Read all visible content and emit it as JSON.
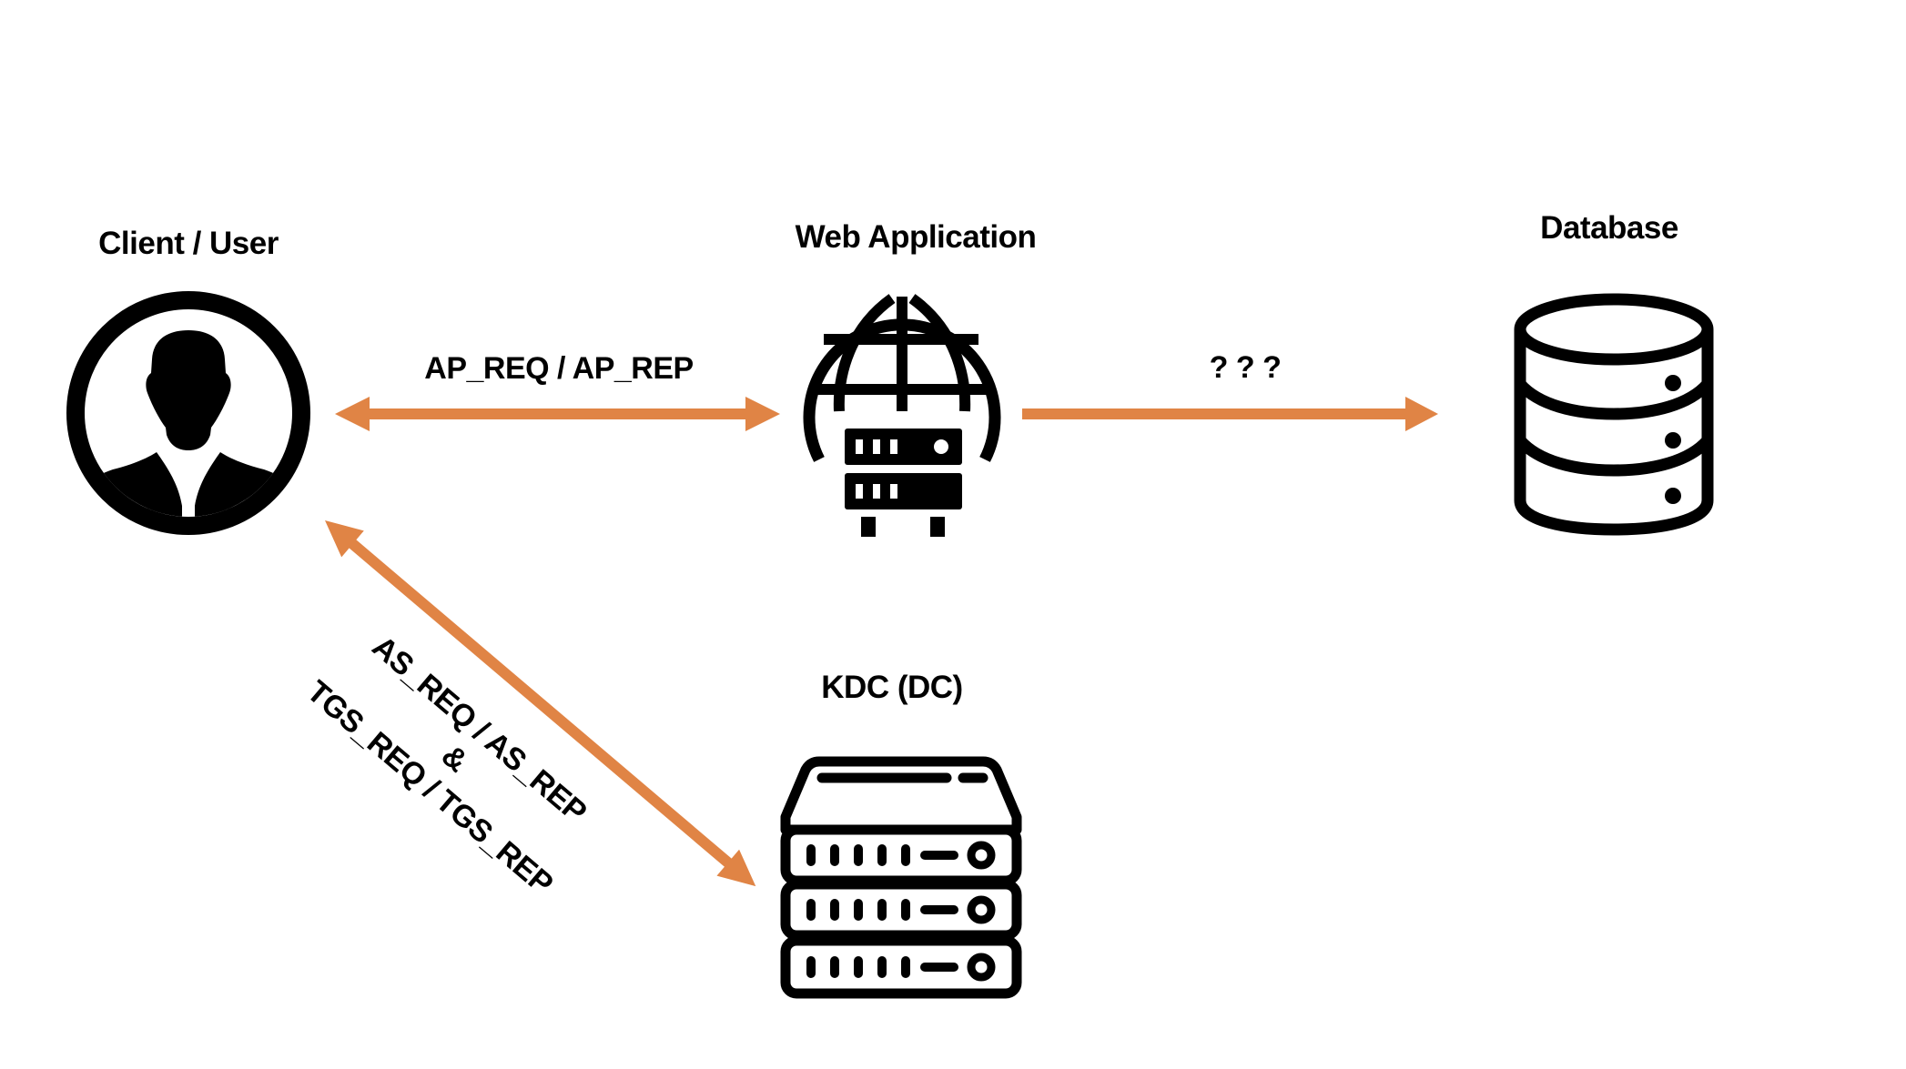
{
  "diagram": {
    "colors": {
      "arrow": "#E08445",
      "icon": "#000000",
      "background": "#FFFFFF"
    },
    "nodes": [
      {
        "id": "client",
        "label": "Client / User",
        "icon": "user-circle-icon"
      },
      {
        "id": "webapp",
        "label": "Web Application",
        "icon": "globe-server-icon"
      },
      {
        "id": "database",
        "label": "Database",
        "icon": "database-icon"
      },
      {
        "id": "kdc",
        "label": "KDC (DC)",
        "icon": "server-rack-icon"
      }
    ],
    "edges": [
      {
        "id": "client-webapp",
        "from": "client",
        "to": "webapp",
        "direction": "both",
        "label_lines": [
          "AP_REQ / AP_REP"
        ]
      },
      {
        "id": "webapp-database",
        "from": "webapp",
        "to": "database",
        "direction": "forward",
        "label_lines": [
          "? ? ?"
        ]
      },
      {
        "id": "client-kdc",
        "from": "client",
        "to": "kdc",
        "direction": "both",
        "label_lines": [
          "AS_REQ / AS_REP",
          "&",
          "TGS_REQ / TGS_REP"
        ]
      }
    ]
  }
}
